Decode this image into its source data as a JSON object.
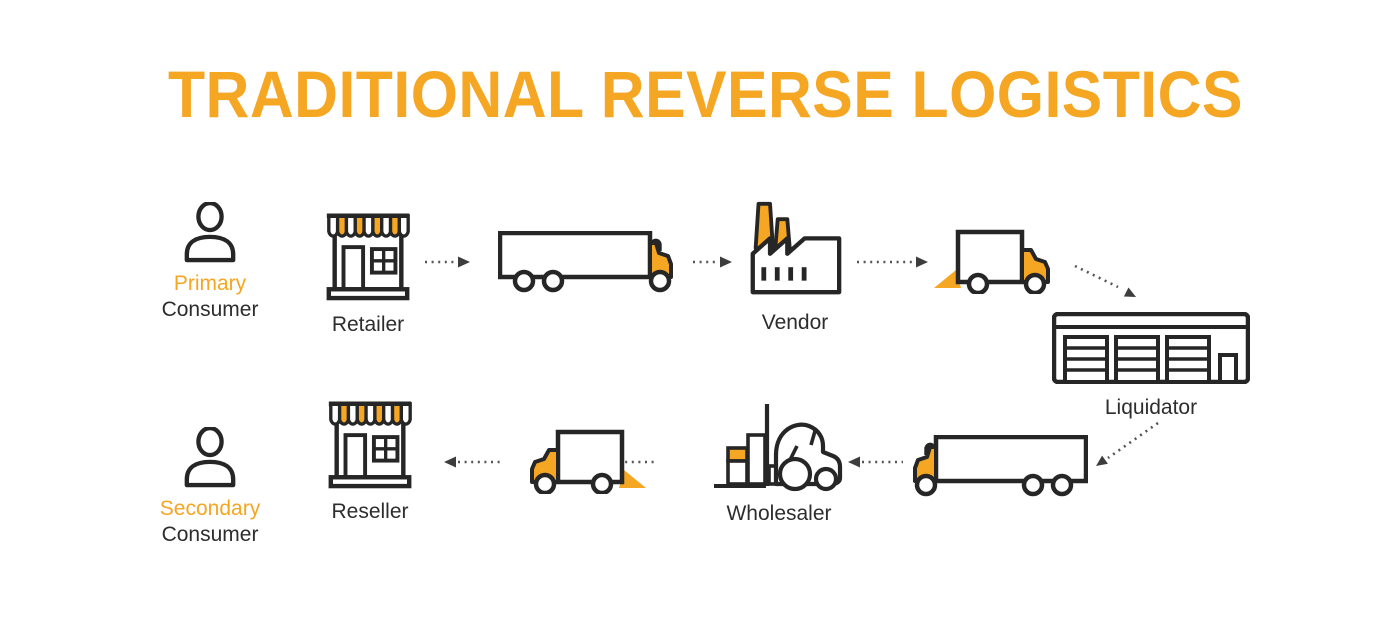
{
  "title": {
    "text": "TRADITIONAL REVERSE LOGISTICS"
  },
  "palette": {
    "accent_orange": "#F5A623",
    "icon_outline": "#262626",
    "label_text": "#2D2D2D",
    "arrow_gray": "#4A4A4A",
    "background": "#FFFFFF"
  },
  "nodes": {
    "primary_consumer": {
      "line1": "Primary",
      "line2": "Consumer",
      "icon": "person-icon"
    },
    "retailer": {
      "label": "Retailer",
      "icon": "storefront-icon"
    },
    "vendor": {
      "label": "Vendor",
      "icon": "factory-icon"
    },
    "liquidator": {
      "label": "Liquidator",
      "icon": "warehouse-icon"
    },
    "wholesaler": {
      "label": "Wholesaler",
      "icon": "forklift-icon"
    },
    "reseller": {
      "label": "Reseller",
      "icon": "storefront-icon"
    },
    "secondary_consumer": {
      "line1": "Secondary",
      "line2": "Consumer",
      "icon": "person-icon"
    }
  },
  "flow": {
    "top_row": [
      "Primary Consumer",
      "Retailer",
      "Vendor",
      "Liquidator"
    ],
    "bottom_row": [
      "Liquidator",
      "Wholesaler",
      "Reseller",
      "Secondary Consumer"
    ],
    "connector_style": "dotted-arrow"
  }
}
